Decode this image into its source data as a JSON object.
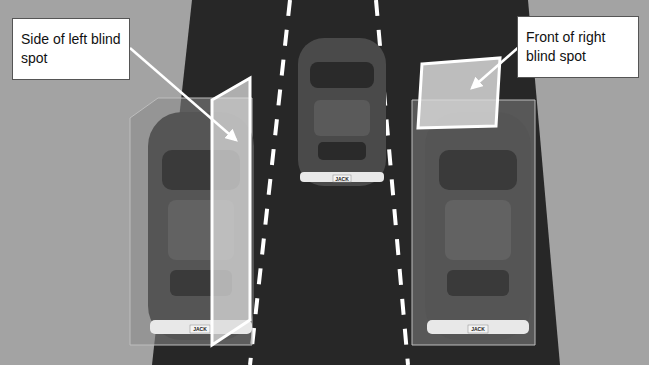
{
  "diagram": {
    "nodes": [
      {
        "text": [
          "Side of left blind spot"
        ]
      },
      {
        "text": [
          "Front of right blind spot"
        ]
      }
    ],
    "labels": [
      "JACK",
      "JACK",
      "JACK"
    ]
  }
}
